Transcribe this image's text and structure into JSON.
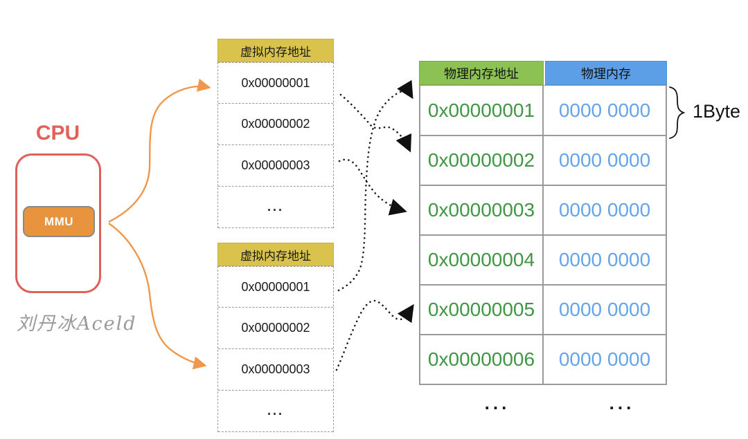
{
  "cpu": {
    "title": "CPU",
    "mmu_label": "MMU"
  },
  "watermark": "刘丹冰Aceld",
  "virtual_table_1": {
    "header": "虚拟内存地址",
    "rows": [
      "0x00000001",
      "0x00000002",
      "0x00000003",
      "..."
    ]
  },
  "virtual_table_2": {
    "header": "虚拟内存地址",
    "rows": [
      "0x00000001",
      "0x00000002",
      "0x00000003",
      "..."
    ]
  },
  "physical_table": {
    "address_header": "物理内存地址",
    "memory_header": "物理内存",
    "rows": [
      {
        "address": "0x00000001",
        "value": "0000 0000"
      },
      {
        "address": "0x00000002",
        "value": "0000 0000"
      },
      {
        "address": "0x00000003",
        "value": "0000 0000"
      },
      {
        "address": "0x00000004",
        "value": "0000 0000"
      },
      {
        "address": "0x00000005",
        "value": "0000 0000"
      },
      {
        "address": "0x00000006",
        "value": "0000 0000"
      }
    ],
    "ellipsis_address": "...",
    "ellipsis_memory": "..."
  },
  "annotation": {
    "byte_label": "1Byte"
  },
  "mappings": [
    {
      "from": "virtual-table-1 0x00000001",
      "to": "physical 0x00000002",
      "style": "dotted-black"
    },
    {
      "from": "virtual-table-1 0x00000003",
      "to": "physical 0x00000003",
      "style": "dotted-black"
    },
    {
      "from": "virtual-table-2 0x00000001",
      "to": "physical 0x00000001",
      "style": "dotted-black"
    },
    {
      "from": "virtual-table-2 0x00000003",
      "to": "physical 0x00000005",
      "style": "dotted-black"
    },
    {
      "from": "MMU",
      "to": "virtual-table-1",
      "style": "solid-orange"
    },
    {
      "from": "MMU",
      "to": "virtual-table-2",
      "style": "solid-orange"
    }
  ],
  "colors": {
    "cpu_red": "#E2625B",
    "mmu_orange": "#E8943E",
    "virtual_header_yellow": "#D9C34C",
    "physical_address_green": "#8CC153",
    "physical_memory_blue": "#5C9FE6",
    "address_text_green": "#3F9643",
    "value_text_blue": "#64A4EA",
    "arrow_orange": "#F0974B",
    "watermark_gray": "#9A9A9A"
  }
}
